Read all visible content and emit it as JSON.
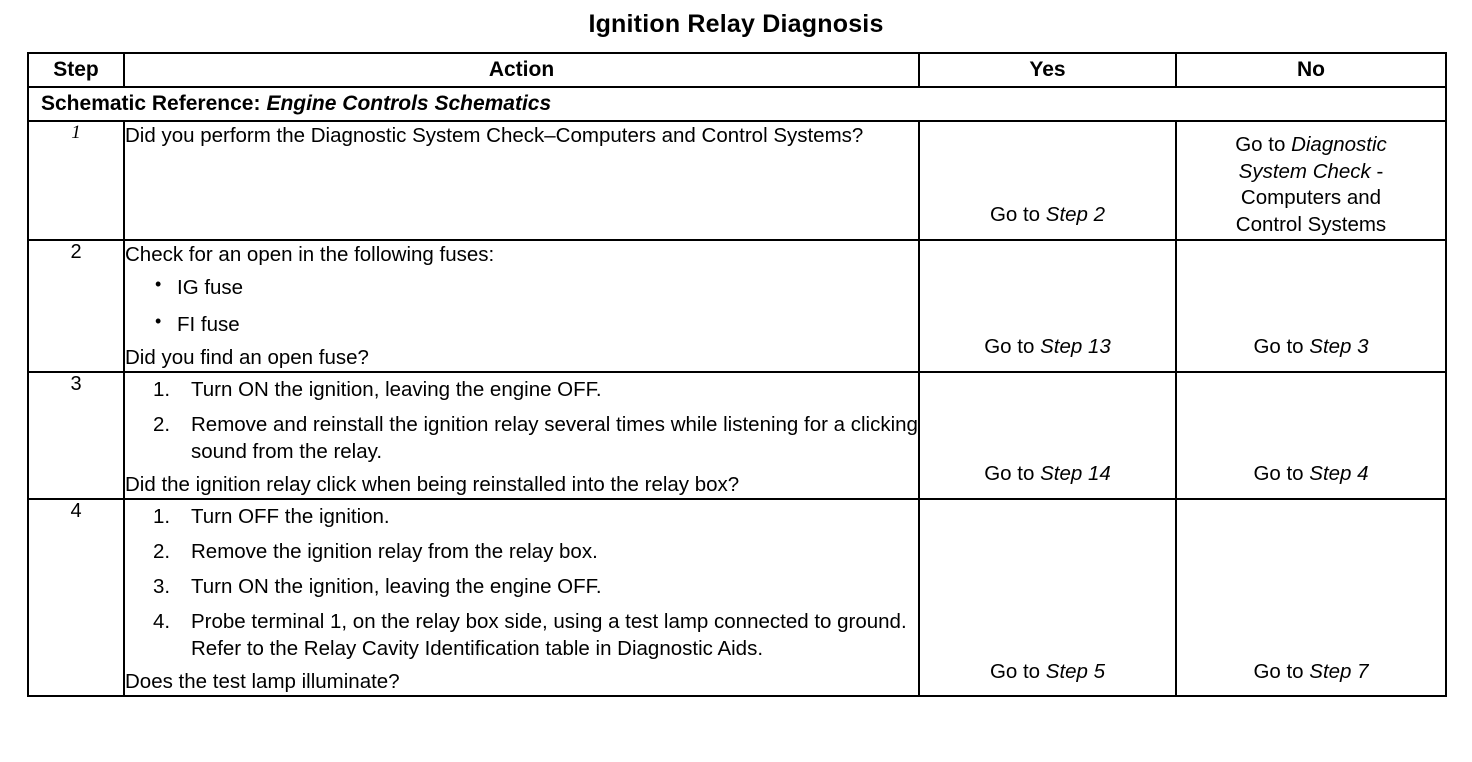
{
  "document": {
    "title": "Ignition Relay Diagnosis"
  },
  "table": {
    "columns": {
      "step": "Step",
      "action": "Action",
      "yes": "Yes",
      "no": "No"
    },
    "schematic_reference": {
      "label": "Schematic Reference:",
      "value": "Engine Controls Schematics"
    },
    "rows": [
      {
        "step": "1",
        "step_style": "italic",
        "action": {
          "lead": "Did you perform the Diagnostic System Check–Computers and Control Systems?",
          "list_type": "none",
          "items": [],
          "tail": ""
        },
        "yes": {
          "align": "bottom",
          "lines": [
            {
              "plain": "Go to ",
              "italic": "Step 2",
              "after": ""
            }
          ]
        },
        "no": {
          "align": "top",
          "lines": [
            {
              "plain": "Go to ",
              "italic": "Diagnostic",
              "after": ""
            },
            {
              "plain": "",
              "italic": "System Check",
              "after": " -"
            },
            {
              "plain": "Computers and",
              "italic": "",
              "after": ""
            },
            {
              "plain": "Control Systems",
              "italic": "",
              "after": ""
            }
          ]
        }
      },
      {
        "step": "2",
        "step_style": "normal",
        "action": {
          "lead": "Check for an open in the following fuses:",
          "list_type": "bullet",
          "items": [
            "IG fuse",
            "FI fuse"
          ],
          "tail": "Did you find an open fuse?"
        },
        "yes": {
          "align": "bottom",
          "lines": [
            {
              "plain": "Go to ",
              "italic": "Step 13",
              "after": ""
            }
          ]
        },
        "no": {
          "align": "bottom",
          "lines": [
            {
              "plain": "Go to ",
              "italic": "Step 3",
              "after": ""
            }
          ]
        }
      },
      {
        "step": "3",
        "step_style": "normal",
        "action": {
          "lead": "",
          "list_type": "number",
          "items": [
            "Turn ON the ignition, leaving the engine OFF.",
            "Remove and reinstall the ignition relay several times while listening for a clicking sound from the relay."
          ],
          "tail": "Did the ignition relay click when being reinstalled into the relay box?"
        },
        "yes": {
          "align": "bottom",
          "lines": [
            {
              "plain": "Go to ",
              "italic": "Step 14",
              "after": ""
            }
          ]
        },
        "no": {
          "align": "bottom",
          "lines": [
            {
              "plain": "Go to ",
              "italic": "Step 4",
              "after": ""
            }
          ]
        }
      },
      {
        "step": "4",
        "step_style": "normal",
        "action": {
          "lead": "",
          "list_type": "number",
          "items": [
            "Turn OFF the ignition.",
            "Remove the ignition relay from the relay box.",
            "Turn ON the ignition, leaving the engine OFF.",
            "Probe terminal 1, on the relay box side, using a test lamp connected to ground. Refer to the Relay Cavity Identification table in Diagnostic Aids."
          ],
          "tail": "Does the test lamp illuminate?"
        },
        "yes": {
          "align": "bottom",
          "lines": [
            {
              "plain": "Go to ",
              "italic": "Step 5",
              "after": ""
            }
          ]
        },
        "no": {
          "align": "bottom",
          "lines": [
            {
              "plain": "Go to ",
              "italic": "Step 7",
              "after": ""
            }
          ]
        }
      }
    ]
  },
  "colors": {
    "ink": "#000000",
    "paper": "#ffffff"
  }
}
